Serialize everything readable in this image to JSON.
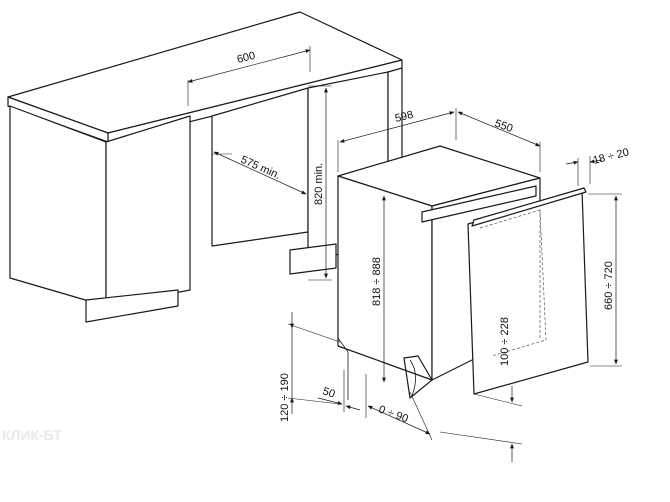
{
  "labels": {
    "top_width": "600",
    "cavity_depth": "575 min.",
    "cavity_height": "820 min.",
    "appliance_width": "598",
    "appliance_depth": "550",
    "door_thickness": "18 ÷ 20",
    "appliance_height": "818 ÷ 888",
    "door_height": "660 ÷ 720",
    "door_offset": "100 ÷ 228",
    "plinth_height": "120 ÷ 190",
    "plinth_depth": "50",
    "feet_adjust": "0 ÷ 90"
  },
  "watermark": "КЛИК-БТ"
}
